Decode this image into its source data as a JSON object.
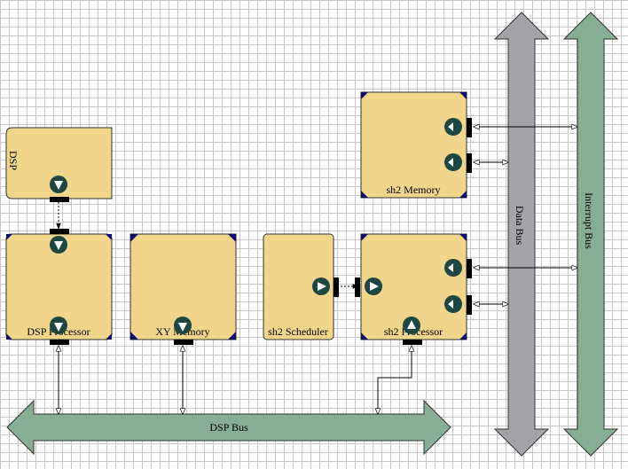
{
  "diagram": {
    "colors": {
      "block_fill": "#f1d58a",
      "bus_green": "#86ae92",
      "bus_gray": "#a3a3a8",
      "corner": "#0b0b6a",
      "port": "#1e4743",
      "connector": "#000000"
    },
    "blocks": {
      "dsp": {
        "label": "DSP"
      },
      "dsp_processor": {
        "label": "DSP Processor"
      },
      "xy_memory": {
        "label": "XY Memory"
      },
      "sh2_scheduler": {
        "label": "sh2 Scheduler"
      },
      "sh2_processor": {
        "label": "sh2 Processor"
      },
      "sh2_memory": {
        "label": "sh2 Memory"
      }
    },
    "buses": {
      "dsp_bus": {
        "label": "DSP Bus"
      },
      "data_bus": {
        "label": "Data Bus"
      },
      "interrupt_bus": {
        "label": "Interrupt Bus"
      }
    }
  }
}
